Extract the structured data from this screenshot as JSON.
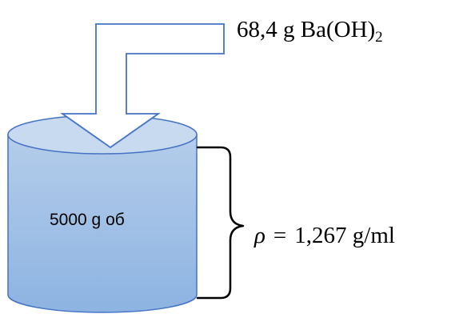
{
  "arrow_label": {
    "value": "68,4 g Ba(OH)",
    "subscript": "2"
  },
  "cylinder_label": "5000 g об",
  "density_label": {
    "symbol": "ρ",
    "equals": "=",
    "value": "1,267 g/ml"
  },
  "colors": {
    "cylinder_fill_top": "#b4cdea",
    "cylinder_fill_bottom": "#8db3e2",
    "cylinder_stroke": "#4472c4",
    "arrow_stroke": "#4472c4",
    "arrow_fill": "#ffffff",
    "brace": "#000000"
  }
}
